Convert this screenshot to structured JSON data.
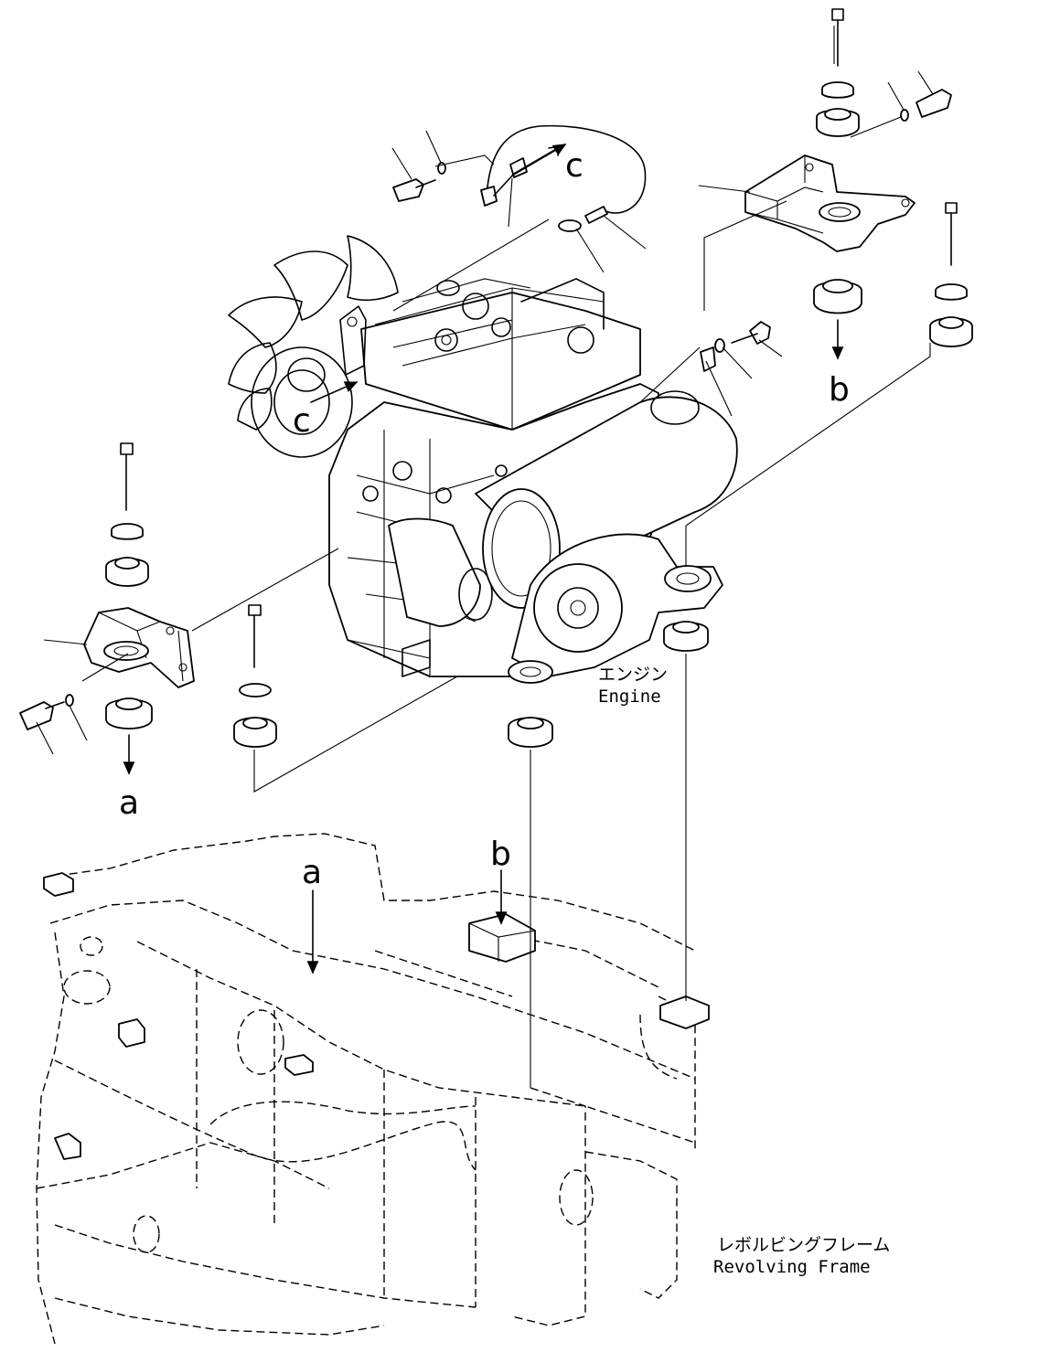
{
  "labels": {
    "a": "a",
    "b": "b",
    "c": "c"
  },
  "captions": {
    "engine_jp": "エンジン",
    "engine_en": "Engine",
    "frame_jp": "レボルビングフレーム",
    "frame_en": "Revolving Frame"
  }
}
